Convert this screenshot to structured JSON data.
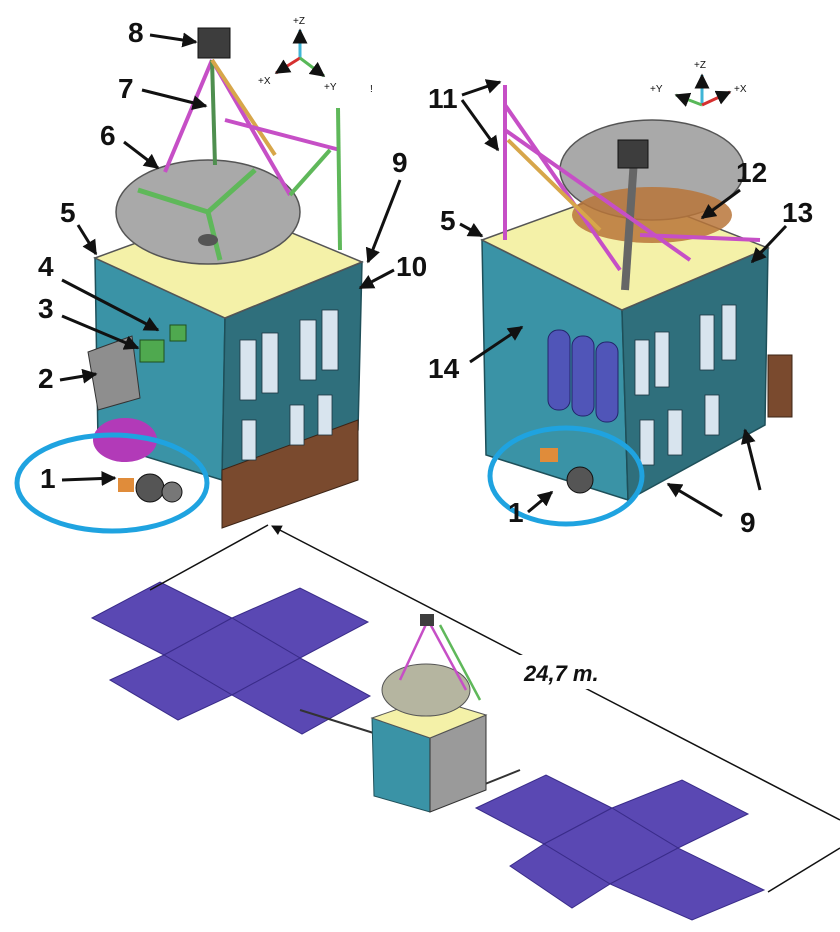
{
  "callouts": {
    "c1_left": "1",
    "c2": "2",
    "c3": "3",
    "c4": "4",
    "c5_left": "5",
    "c6": "6",
    "c7": "7",
    "c8": "8",
    "c9_left": "9",
    "c10": "10",
    "c11": "11",
    "c12": "12",
    "c13": "13",
    "c14": "14",
    "c5_right": "5",
    "c1_right": "1",
    "c9_right": "9"
  },
  "axes_left": {
    "z": "+Z",
    "x": "+X",
    "y": "+Y"
  },
  "axes_right": {
    "z": "+Z",
    "y": "+Y",
    "x": "+X"
  },
  "dimension": {
    "span_label": "24,7 m."
  },
  "colors": {
    "deck_yellow": "#f4f1a8",
    "body_teal": "#3a93a6",
    "body_dark": "#2f6f7c",
    "solar_purple": "#5a48b3",
    "highlight_ring": "#1fa3e0",
    "antenna_gray": "#a9a9a9",
    "strut_magenta": "#c64fc6",
    "strut_green": "#5fb85a"
  }
}
